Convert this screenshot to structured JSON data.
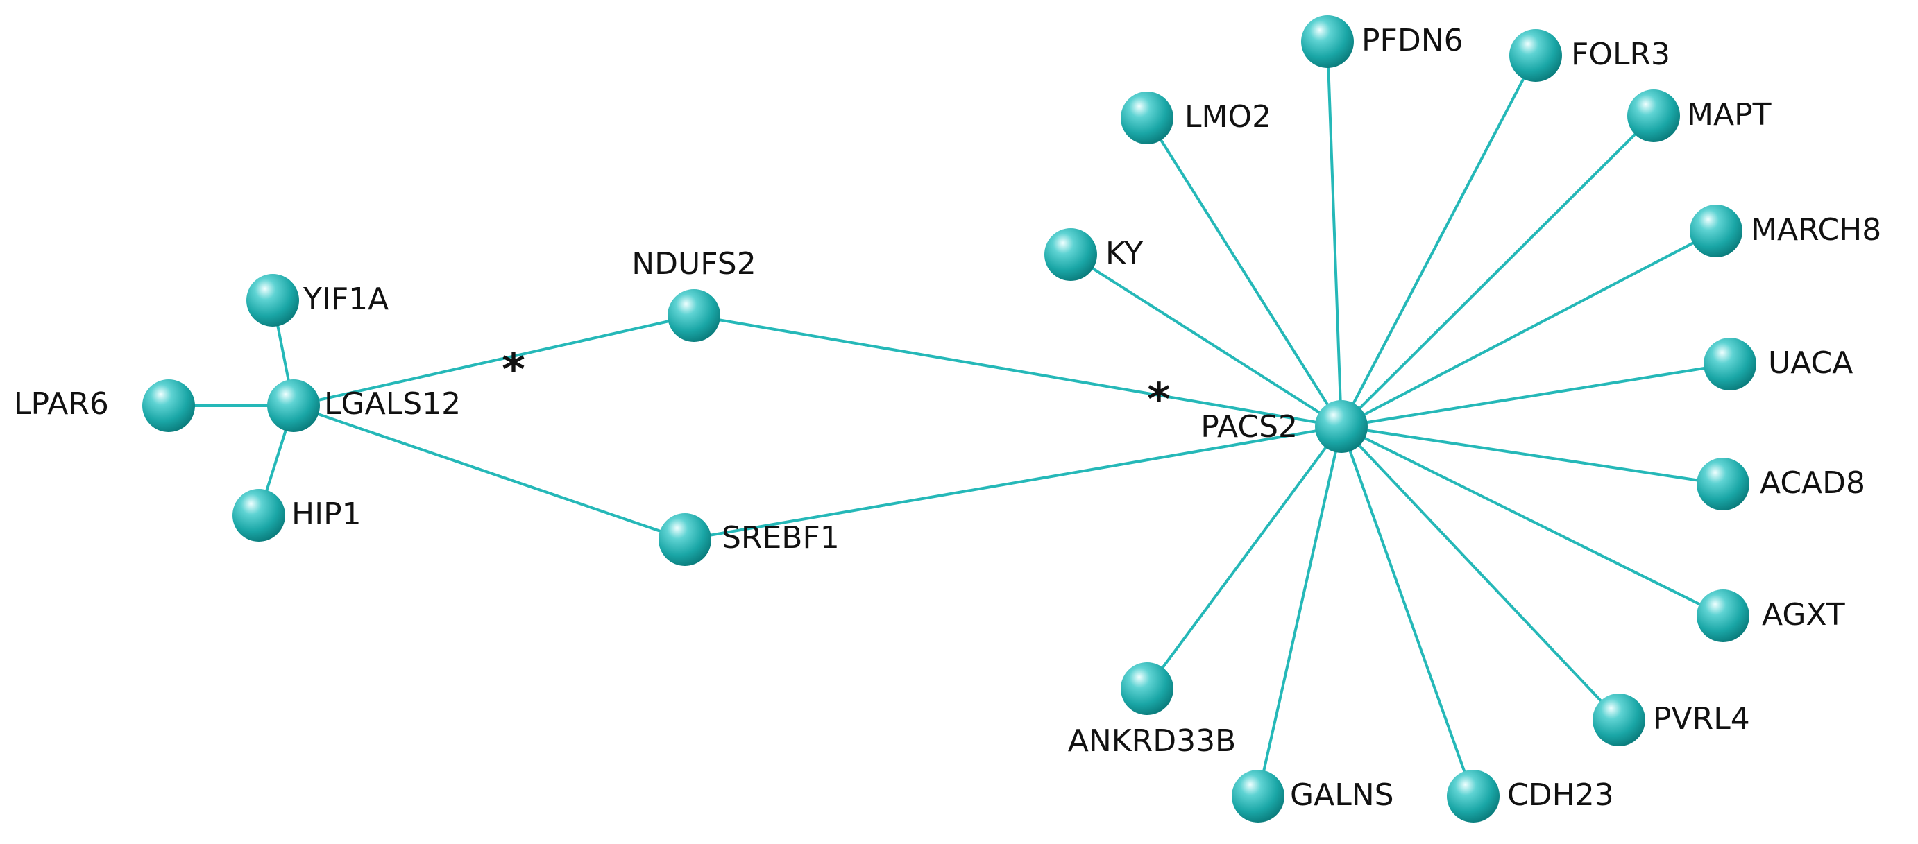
{
  "colors": {
    "edge": "#25b8b8",
    "node_highlight": "#f0ffff",
    "node_mid": "#5fd3d3",
    "node_base": "#1aa6a6",
    "node_shadow": "#0b7d7d",
    "label": "#111111"
  },
  "nodes": [
    {
      "id": "LPAR6",
      "label": "LPAR6"
    },
    {
      "id": "LGALS12",
      "label": "LGALS12"
    },
    {
      "id": "YIF1A",
      "label": "YIF1A"
    },
    {
      "id": "HIP1",
      "label": "HIP1"
    },
    {
      "id": "NDUFS2",
      "label": "NDUFS2"
    },
    {
      "id": "SREBF1",
      "label": "SREBF1"
    },
    {
      "id": "PACS2",
      "label": "PACS2"
    },
    {
      "id": "KY",
      "label": "KY"
    },
    {
      "id": "LMO2",
      "label": "LMO2"
    },
    {
      "id": "PFDN6",
      "label": "PFDN6"
    },
    {
      "id": "FOLR3",
      "label": "FOLR3"
    },
    {
      "id": "MAPT",
      "label": "MAPT"
    },
    {
      "id": "MARCH8",
      "label": "MARCH8"
    },
    {
      "id": "UACA",
      "label": "UACA"
    },
    {
      "id": "ACAD8",
      "label": "ACAD8"
    },
    {
      "id": "AGXT",
      "label": "AGXT"
    },
    {
      "id": "PVRL4",
      "label": "PVRL4"
    },
    {
      "id": "CDH23",
      "label": "CDH23"
    },
    {
      "id": "GALNS",
      "label": "GALNS"
    },
    {
      "id": "ANKRD33B",
      "label": "ANKRD33B"
    }
  ],
  "edges": [
    [
      "LPAR6",
      "LGALS12"
    ],
    [
      "YIF1A",
      "LGALS12"
    ],
    [
      "HIP1",
      "LGALS12"
    ],
    [
      "LGALS12",
      "NDUFS2"
    ],
    [
      "LGALS12",
      "SREBF1"
    ],
    [
      "NDUFS2",
      "PACS2"
    ],
    [
      "SREBF1",
      "PACS2"
    ],
    [
      "KY",
      "PACS2"
    ],
    [
      "LMO2",
      "PACS2"
    ],
    [
      "PFDN6",
      "PACS2"
    ],
    [
      "FOLR3",
      "PACS2"
    ],
    [
      "MAPT",
      "PACS2"
    ],
    [
      "MARCH8",
      "PACS2"
    ],
    [
      "UACA",
      "PACS2"
    ],
    [
      "ACAD8",
      "PACS2"
    ],
    [
      "AGXT",
      "PACS2"
    ],
    [
      "PVRL4",
      "PACS2"
    ],
    [
      "CDH23",
      "PACS2"
    ],
    [
      "GALNS",
      "PACS2"
    ],
    [
      "ANKRD33B",
      "PACS2"
    ]
  ],
  "markers": [
    {
      "symbol": "*",
      "near": "LGALS12"
    },
    {
      "symbol": "*",
      "near": "PACS2"
    }
  ]
}
